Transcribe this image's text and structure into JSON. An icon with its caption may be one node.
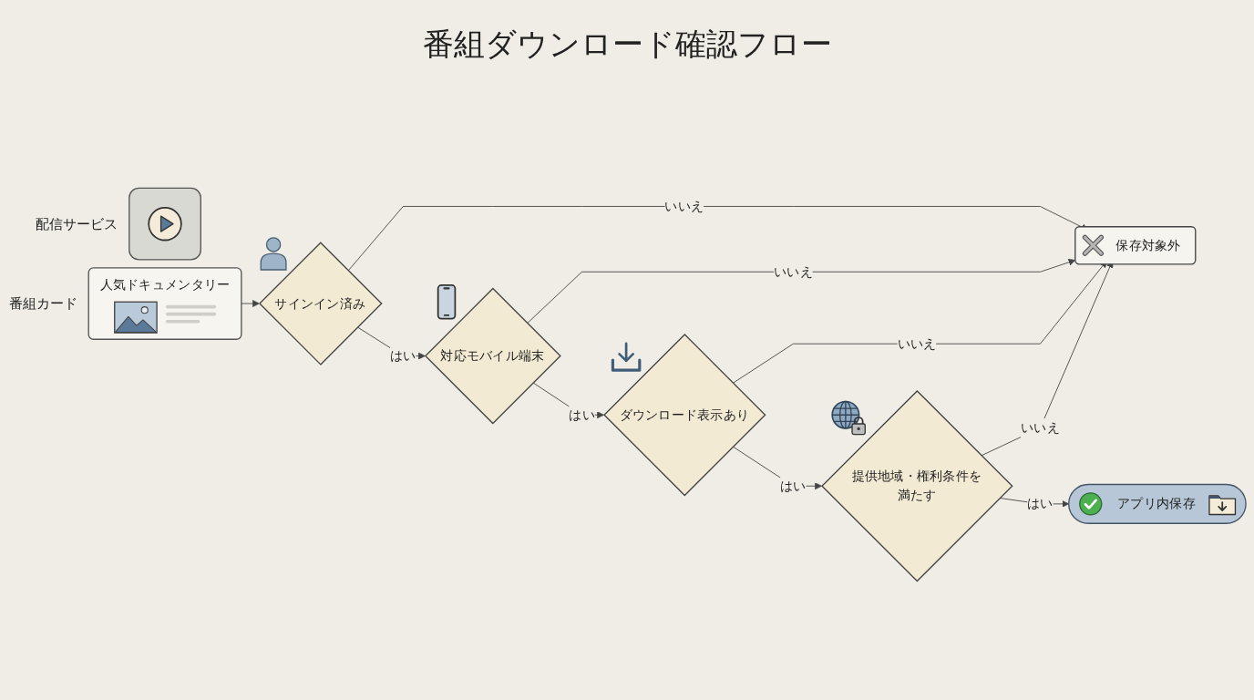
{
  "diagram": {
    "title": "番組ダウンロード確認フロー",
    "nodes": [
      {
        "text": [],
        "shape": "box",
        "beside": [
          "配信サービス"
        ]
      },
      {
        "text": [
          "人気ドキュメンタリー"
        ],
        "beside": [
          "番組カード"
        ]
      },
      {
        "text": [
          "サインイン済み"
        ]
      },
      {
        "text": [
          "対応モバイル端末"
        ]
      },
      {
        "text": [
          "ダウンロード表示あり"
        ]
      },
      {
        "text": [
          "提供地域・権利条件を満たす"
        ]
      },
      {
        "text": [
          "保存対象外"
        ]
      },
      {
        "text": [
          "アプリ内保存"
        ]
      }
    ],
    "edges": [
      {
        "from": 1,
        "to": 2,
        "arrow": "to"
      },
      {
        "from": 2,
        "to": 6,
        "label": "いいえ",
        "arrow": "to"
      },
      {
        "from": 2,
        "to": 3,
        "label": "はい",
        "arrow": "to"
      },
      {
        "from": 3,
        "to": 6,
        "label": "いいえ",
        "arrow": "to"
      },
      {
        "from": 3,
        "to": 4,
        "label": "はい",
        "arrow": "to"
      },
      {
        "from": 4,
        "to": 6,
        "label": "いいえ",
        "arrow": "to"
      },
      {
        "from": 4,
        "to": 5,
        "label": "はい",
        "arrow": "to"
      },
      {
        "from": 5,
        "to": 6,
        "label": "いいえ",
        "arrow": "to"
      },
      {
        "from": 5,
        "to": 7,
        "label": "はい",
        "arrow": "to"
      }
    ]
  }
}
